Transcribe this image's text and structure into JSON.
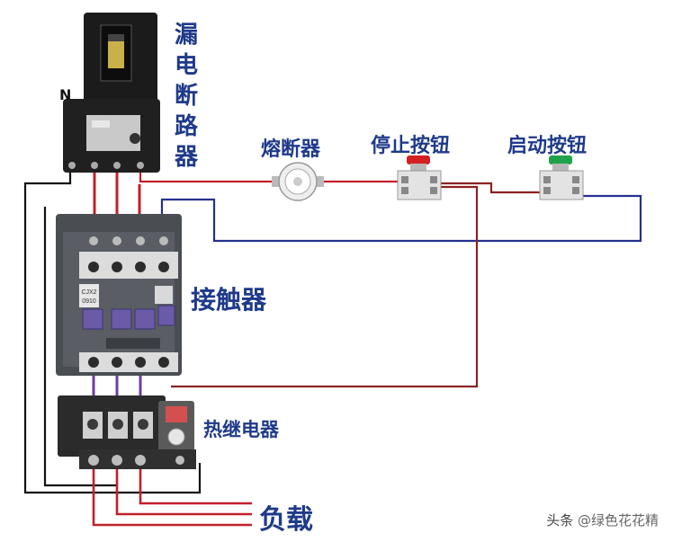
{
  "labels": {
    "breaker": [
      "漏",
      "电",
      "断",
      "路",
      "器"
    ],
    "neutral": "N",
    "fuse": "熔断器",
    "stop_button": "停止按钮",
    "start_button": "启动按钮",
    "contactor": "接触器",
    "thermal_relay": "热继电器",
    "load": "负载"
  },
  "contactor_print": {
    "model": "CJX2",
    "sub": "0910"
  },
  "watermark": {
    "prefix": "头条",
    "handle": "@绿色花花精"
  },
  "colors": {
    "label_blue": "#1f3a8a",
    "wire_red": "#c2202a",
    "wire_blue": "#26308f",
    "wire_black": "#111111",
    "wire_darkred": "#8b2323",
    "wire_purple": "#6b3fa0",
    "stop_cap": "#d42020",
    "start_cap": "#1fa34a"
  }
}
